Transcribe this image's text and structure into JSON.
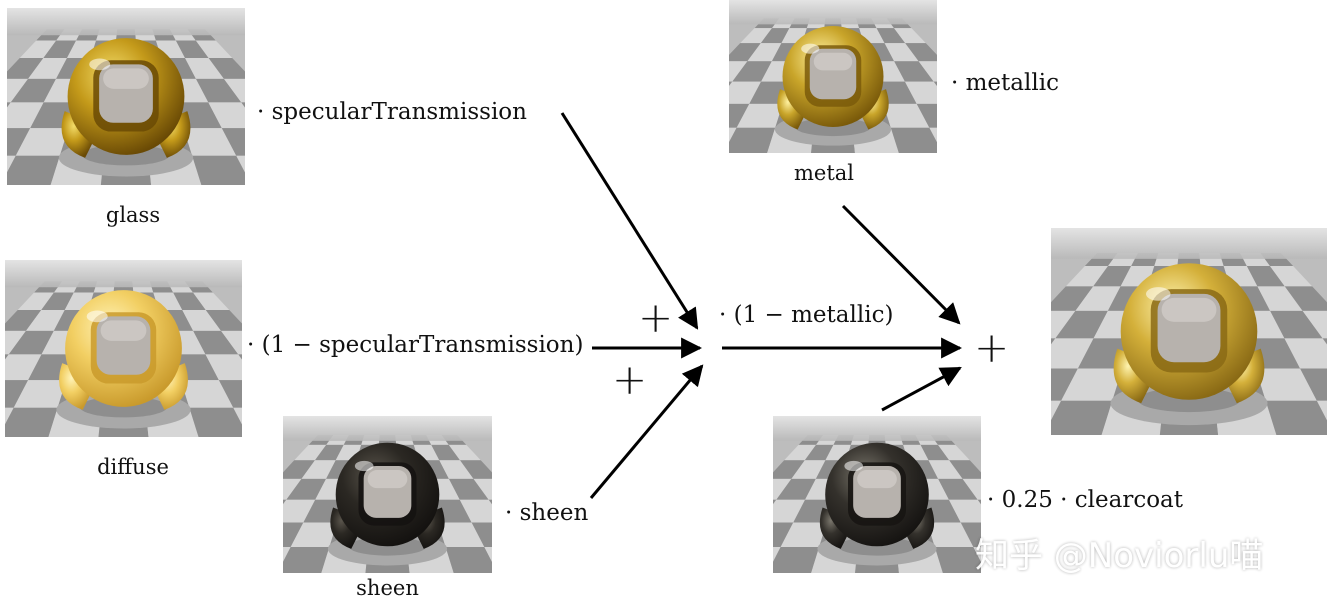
{
  "panels": {
    "glass": {
      "caption": "glass",
      "sphere_color": "#c49a1a",
      "highlight": "#f3dc6a",
      "shadow": "#6a4a05"
    },
    "diffuse": {
      "caption": "diffuse",
      "sphere_color": "#f2cf63",
      "highlight": "#fff3b8",
      "shadow": "#c99a2c"
    },
    "sheen": {
      "caption": "sheen",
      "sphere_color": "#2b2823",
      "highlight": "#5a554c",
      "shadow": "#141210"
    },
    "metal": {
      "caption": "metal",
      "sphere_color": "#c9a52a",
      "highlight": "#fff1a0",
      "shadow": "#7a5a0a"
    },
    "clearcoat": {
      "sphere_color": "#34312c",
      "highlight": "#7a766c",
      "shadow": "#161412"
    },
    "result": {
      "sphere_color": "#d4b03a",
      "highlight": "#fff4b0",
      "shadow": "#8a6a15"
    }
  },
  "factors": {
    "specular_transmission": "· specularTransmission",
    "one_minus_specular_transmission": "· (1 − specularTransmission)",
    "sheen": "· sheen",
    "metallic": "· metallic",
    "one_minus_metallic": "· (1 − metallic)",
    "clearcoat": "· 0.25 · clearcoat"
  },
  "operators": {
    "plus": "+"
  },
  "watermark": "知乎 @Noviorlu喵"
}
